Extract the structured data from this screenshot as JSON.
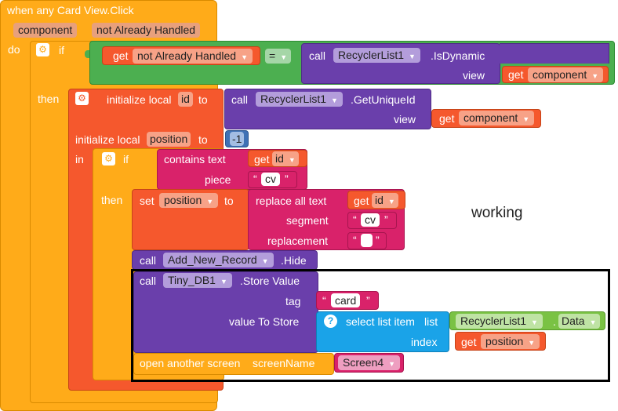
{
  "event": {
    "header": "when any Card View.Click",
    "param1": "component",
    "param2": "not Already Handled",
    "do_label": "do"
  },
  "if1": {
    "if_label": "if",
    "then_label": "then",
    "get_label": "get",
    "get_var": "not Already Handled",
    "compare_op": "=",
    "call_label": "call",
    "component": "RecyclerList1",
    "method": ".IsDynamic",
    "view_label": "view",
    "view_get_label": "get",
    "view_get_var": "component"
  },
  "local_id": {
    "init_label": "initialize local",
    "var": "id",
    "to_label": "to",
    "call_label": "call",
    "component": "RecyclerList1",
    "method": ".GetUniqueId",
    "view_label": "view",
    "view_get_label": "get",
    "view_get_var": "component"
  },
  "local_position": {
    "init_label": "initialize local",
    "var": "position",
    "to_label": "to",
    "value": "-1",
    "in_label": "in"
  },
  "if2": {
    "if_label": "if",
    "then_label": "then",
    "contains_label": "contains text",
    "get_label": "get",
    "get_var": "id",
    "piece_label": "piece",
    "piece_value": "cv"
  },
  "set_position": {
    "set_label": "set",
    "var": "position",
    "to_label": "to",
    "replace_label": "replace all text",
    "get_label": "get",
    "get_var": "id",
    "segment_label": "segment",
    "segment_value": "cv",
    "replacement_label": "replacement",
    "replacement_value": ""
  },
  "hide_call": {
    "call_label": "call",
    "component": "Add_New_Record",
    "method": ".Hide"
  },
  "store_call": {
    "call_label": "call",
    "component": "Tiny_DB1",
    "method": ".Store Value",
    "tag_label": "tag",
    "tag_value": "card",
    "value_label": "value To Store",
    "select_label": "select list item",
    "list_label": "list",
    "list_component": "RecyclerList1",
    "list_prop": "Data",
    "index_label": "index",
    "index_get_label": "get",
    "index_get_var": "position"
  },
  "open_screen": {
    "label": "open another screen",
    "screen_label": "screenName",
    "screen_value": "Screen4"
  },
  "annotation": "working",
  "colors": {
    "event": "#ffab19",
    "control": "#ffab19",
    "variable": "#f5582d",
    "component_method": "#6a3fab",
    "text": "#d9226a",
    "logic": "#4caf50",
    "lists": "#1aa3e8",
    "component_getter": "#7ac244",
    "highlight_box": "#000000"
  }
}
